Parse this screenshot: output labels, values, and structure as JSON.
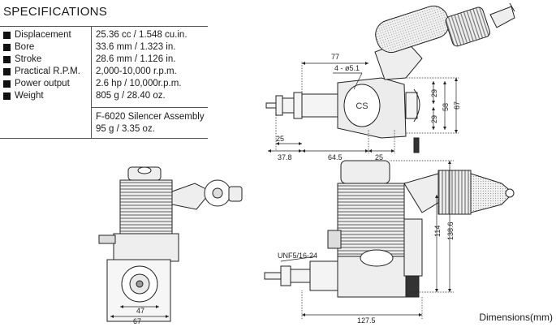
{
  "title": "SPECIFICATIONS",
  "specs": [
    {
      "label": "Displacement",
      "value": "25.36 cc / 1.548 cu.in."
    },
    {
      "label": "Bore",
      "value": "33.6 mm / 1.323 in."
    },
    {
      "label": "Stroke",
      "value": "28.6 mm / 1.126 in."
    },
    {
      "label": "Practical R.P.M.",
      "value": "2,000-10,000 r.p.m."
    },
    {
      "label": "Power output",
      "value": "2.6 hp / 10,000r.p.m."
    },
    {
      "label": "Weight",
      "value": "805 g / 28.40 oz."
    }
  ],
  "silencer": {
    "line1": "F-6020 Silencer Assembly",
    "line2": "95 g / 3.35 oz."
  },
  "footer": "Dimensions(mm)",
  "dims_top": {
    "d77": "77",
    "hole": "4 - ø5.1",
    "d25a": "25",
    "d378": "37.8",
    "d645": "64.5",
    "d25b": "25",
    "d29a": "29",
    "d58": "58",
    "d67": "67",
    "d29b": "29"
  },
  "dims_front": {
    "d47": "47",
    "d67": "67"
  },
  "dims_side": {
    "thread": "UNF5/16-24",
    "d114": "114",
    "d1386": "138.6",
    "d1275": "127.5"
  }
}
